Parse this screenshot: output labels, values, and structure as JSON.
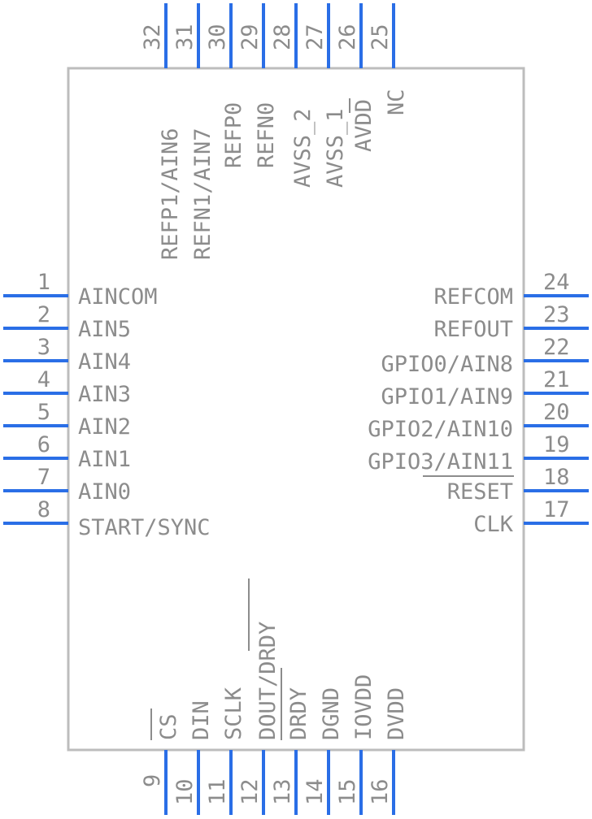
{
  "pins": {
    "left": [
      {
        "num": "1",
        "name": "AINCOM"
      },
      {
        "num": "2",
        "name": "AIN5"
      },
      {
        "num": "3",
        "name": "AIN4"
      },
      {
        "num": "4",
        "name": "AIN3"
      },
      {
        "num": "5",
        "name": "AIN2"
      },
      {
        "num": "6",
        "name": "AIN1"
      },
      {
        "num": "7",
        "name": "AIN0"
      },
      {
        "num": "8",
        "name": "START/SYNC"
      }
    ],
    "right": [
      {
        "num": "24",
        "name": "REFCOM"
      },
      {
        "num": "23",
        "name": "REFOUT"
      },
      {
        "num": "22",
        "name": "GPIO0/AIN8"
      },
      {
        "num": "21",
        "name": "GPIO1/AIN9"
      },
      {
        "num": "20",
        "name": "GPIO2/AIN10"
      },
      {
        "num": "19",
        "name": "GPIO3/AIN11"
      },
      {
        "num": "18",
        "name": "RESET"
      },
      {
        "num": "17",
        "name": "CLK"
      }
    ],
    "top": [
      {
        "num": "32",
        "name": "REFP1/AIN6"
      },
      {
        "num": "31",
        "name": "REFN1/AIN7"
      },
      {
        "num": "30",
        "name": "REFP0"
      },
      {
        "num": "29",
        "name": "REFN0"
      },
      {
        "num": "28",
        "name": "AVSS_2"
      },
      {
        "num": "27",
        "name": "AVSS_1"
      },
      {
        "num": "26",
        "name": "AVDD"
      },
      {
        "num": "25",
        "name": "NC"
      }
    ],
    "bottom": [
      {
        "num": "9",
        "name": "CS"
      },
      {
        "num": "10",
        "name": "DIN"
      },
      {
        "num": "11",
        "name": "SCLK"
      },
      {
        "num": "12",
        "name": "DOUT/DRDY"
      },
      {
        "num": "13",
        "name": "DRDY"
      },
      {
        "num": "14",
        "name": "DGND"
      },
      {
        "num": "15",
        "name": "IOVDD"
      },
      {
        "num": "16",
        "name": "DVDD"
      }
    ]
  },
  "colors": {
    "pin": "#2a6ee6",
    "body": "#bdbdbd",
    "text": "#8c8c8c"
  }
}
